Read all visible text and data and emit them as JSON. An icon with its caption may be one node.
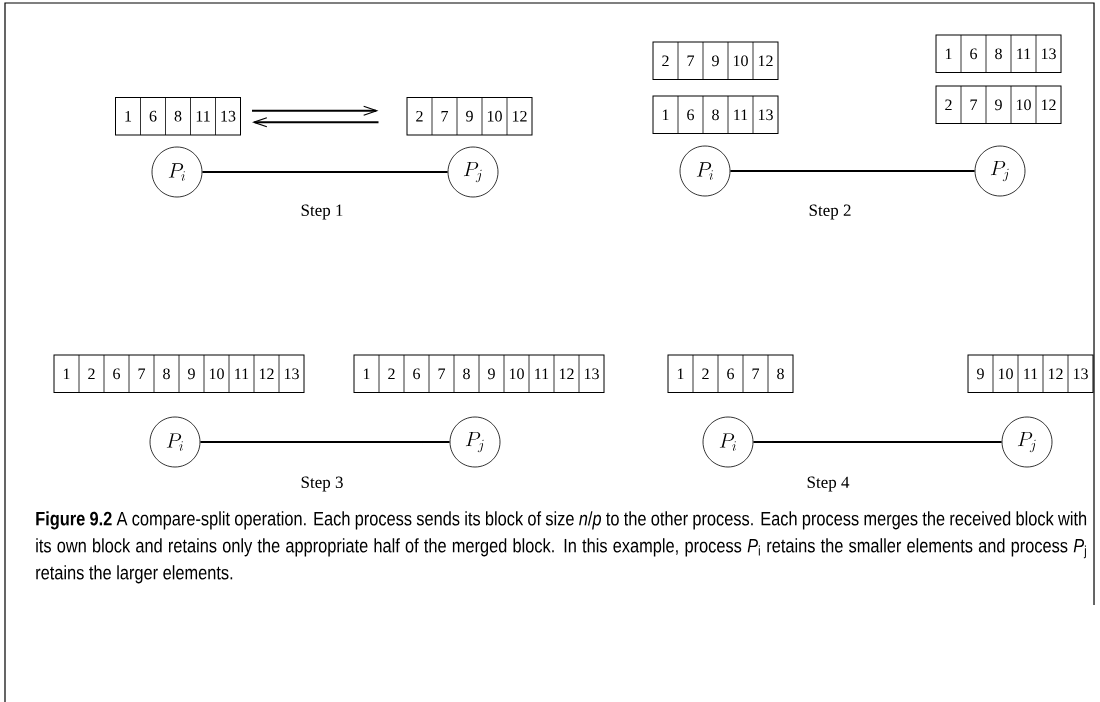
{
  "diagram": {
    "caption": "**Figure 9.2**   A compare-split operation.  Each process sends its block of size *n*/*p* to the other process. Each process merges the received block with its own block and retains only the appropriate half of the merged block. In this example, process *P*$_{i}$ retains the smaller elements and process *P*$_{j}$ retains the larger elements.",
    "nodes": [
      {
        "text": [
          "1",
          "6",
          "8",
          "11",
          "13"
        ]
      },
      {
        "text": [
          "2",
          "7",
          "9",
          "10",
          "12"
        ]
      },
      {
        "text": [
          "P_i"
        ]
      },
      {
        "text": [
          "P_j"
        ]
      },
      {
        "text": [
          "2",
          "7",
          "9",
          "10",
          "12"
        ]
      },
      {
        "text": [
          "1",
          "6",
          "8",
          "11",
          "13"
        ]
      },
      {
        "text": [
          "1",
          "6",
          "8",
          "11",
          "13"
        ]
      },
      {
        "text": [
          "2",
          "7",
          "9",
          "10",
          "12"
        ]
      },
      {
        "text": [
          "P_i"
        ]
      },
      {
        "text": [
          "P_j"
        ]
      },
      {
        "text": [
          "1",
          "2",
          "6",
          "7",
          "8",
          "9",
          "10",
          "11",
          "12",
          "13"
        ]
      },
      {
        "text": [
          "1",
          "2",
          "6",
          "7",
          "8",
          "9",
          "10",
          "11",
          "12",
          "13"
        ]
      },
      {
        "text": [
          "P_i"
        ]
      },
      {
        "text": [
          "P_j"
        ]
      },
      {
        "text": [
          "1",
          "2",
          "6",
          "7",
          "8"
        ]
      },
      {
        "text": [
          "9",
          "10",
          "11",
          "12",
          "13"
        ]
      },
      {
        "text": [
          "P_i"
        ]
      },
      {
        "text": [
          "P_j"
        ]
      }
    ],
    "edges": [
      {
        "from": 0,
        "to": 1,
        "arrow": "to"
      },
      {
        "from": 1,
        "to": 0,
        "arrow": "to"
      },
      {
        "from": 2,
        "to": 3,
        "arrow": "none"
      },
      {
        "from": 8,
        "to": 9,
        "arrow": "none"
      },
      {
        "from": 12,
        "to": 13,
        "arrow": "none"
      },
      {
        "from": 16,
        "to": 17,
        "arrow": "none"
      }
    ],
    "labels": [
      "Step 1",
      "Step 2",
      "Step 3",
      "Step 4"
    ]
  }
}
